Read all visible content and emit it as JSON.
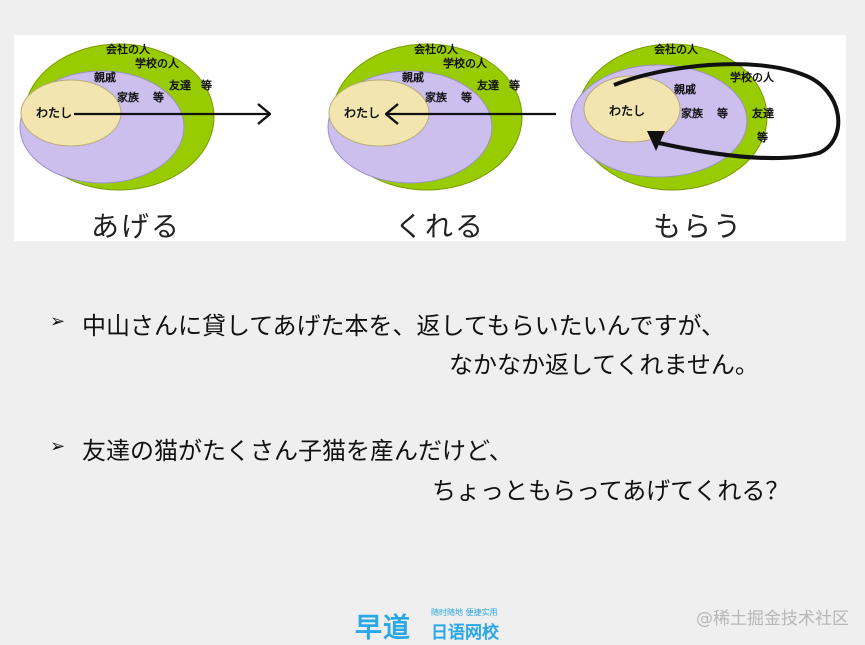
{
  "diagrams": [
    {
      "id": "ageru",
      "caption": "あげる",
      "rings": {
        "outer": "会社の人",
        "outer2": "学校の人",
        "middle": "親戚",
        "middle2": "家族",
        "middle_etc": "等",
        "friends": "友達",
        "friends_etc": "等",
        "inner": "わたし"
      }
    },
    {
      "id": "kureru",
      "caption": "くれる",
      "rings": {
        "outer": "会社の人",
        "outer2": "学校の人",
        "middle": "親戚",
        "middle2": "家族",
        "middle_etc": "等",
        "friends": "友達",
        "friends_etc": "等",
        "inner": "わたし"
      }
    },
    {
      "id": "morau",
      "caption": "もらう",
      "rings": {
        "outer": "会社の人",
        "outer2": "学校の人",
        "middle": "親戚",
        "middle2": "家族",
        "middle_etc": "等",
        "friends": "友達",
        "friends_etc": "等",
        "inner": "わたし"
      }
    }
  ],
  "colors": {
    "outer": "#99cc00",
    "middle": "#ccbfee",
    "inner": "#f2e5b0"
  },
  "bullets": [
    {
      "line1": "中山さんに貸してあげた本を、返してもらいたいんですが、",
      "line2": "なかなか返してくれません。"
    },
    {
      "line1": "友達の猫がたくさん子猫を産んだけど、",
      "line2": "ちょっともらってあげてくれる？"
    }
  ],
  "bullet_icon": "arrowhead-bullet-icon",
  "logo": {
    "main": "早道",
    "tag": "随时随地 便捷实用",
    "sub": "日语网校"
  },
  "watermark": "@稀土掘金技术社区"
}
